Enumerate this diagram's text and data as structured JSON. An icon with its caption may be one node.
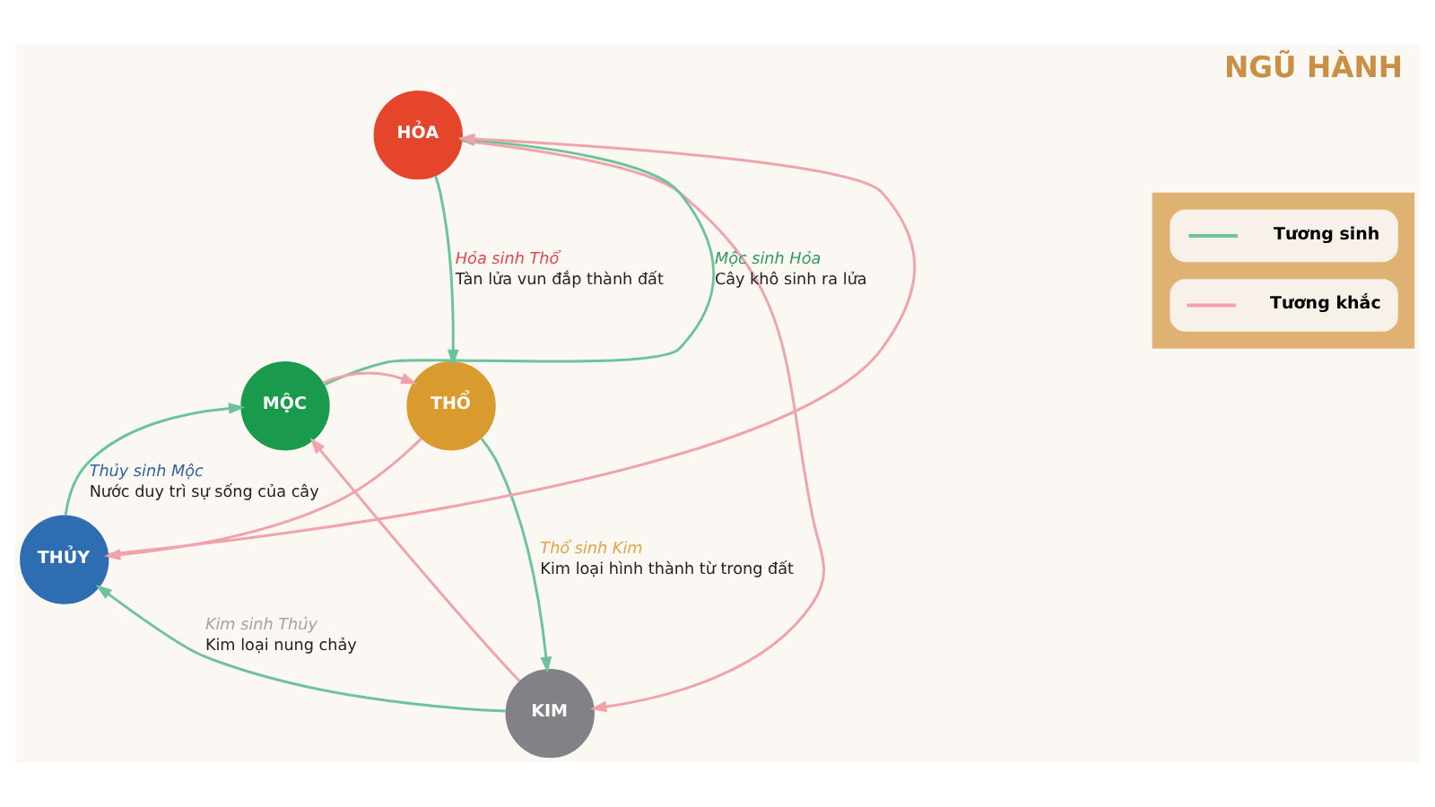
{
  "diagram": {
    "title": "NGŨ HÀNH",
    "nodes": [
      {
        "text": [
          "HỎA"
        ]
      },
      {
        "text": [
          "MỘC"
        ]
      },
      {
        "text": [
          "THỔ"
        ]
      },
      {
        "text": [
          "THỦY"
        ]
      },
      {
        "text": [
          "KIM"
        ]
      }
    ],
    "edges": [
      {
        "from": 1,
        "to": 0,
        "arrow": "to",
        "label": "Mộc sinh Hỏa",
        "color": "#6cc39c"
      },
      {
        "from": 0,
        "to": 2,
        "arrow": "to",
        "label": "Hỏa sinh Thổ",
        "color": "#6cc39c"
      },
      {
        "from": 2,
        "to": 4,
        "arrow": "to",
        "label": "Thổ sinh Kim",
        "color": "#6cc39c"
      },
      {
        "from": 4,
        "to": 3,
        "arrow": "to",
        "label": "Kim sinh Thủy",
        "color": "#6cc39c"
      },
      {
        "from": 3,
        "to": 1,
        "arrow": "to",
        "label": "Thủy sinh Mộc",
        "color": "#6cc39c"
      },
      {
        "from": 1,
        "to": 2,
        "arrow": "to",
        "color": "#f0a3ab"
      },
      {
        "from": 2,
        "to": 3,
        "arrow": "to",
        "color": "#f0a3ab"
      },
      {
        "from": 3,
        "to": 0,
        "arrow": "to",
        "color": "#f0a3ab"
      },
      {
        "from": 0,
        "to": 4,
        "arrow": "to",
        "color": "#f0a3ab"
      },
      {
        "from": 4,
        "to": 1,
        "arrow": "to",
        "color": "#f0a3ab"
      }
    ],
    "labels": [
      "Cây khô sinh ra lửa",
      "Tàn lửa vun đắp thành đất",
      "Kim loại hình thành từ trong đất",
      "Nước duy trì sự sống của cây",
      "Kim loại nung chảy"
    ],
    "legend": [
      {
        "text": "Tương sinh"
      },
      {
        "text": "Tương khắc"
      }
    ]
  }
}
